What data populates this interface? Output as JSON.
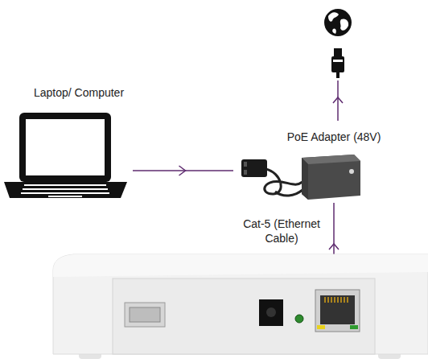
{
  "diagram": {
    "nodes": [
      {
        "text": [
          "Laptop/ Computer"
        ]
      },
      {
        "text": [
          "PoE Adapter (48V)"
        ]
      }
    ],
    "edges": [
      {
        "from": 0,
        "to": 1,
        "arrow": "to"
      }
    ],
    "labels": [
      "Cat-5 (Ethernet Cable)"
    ]
  }
}
